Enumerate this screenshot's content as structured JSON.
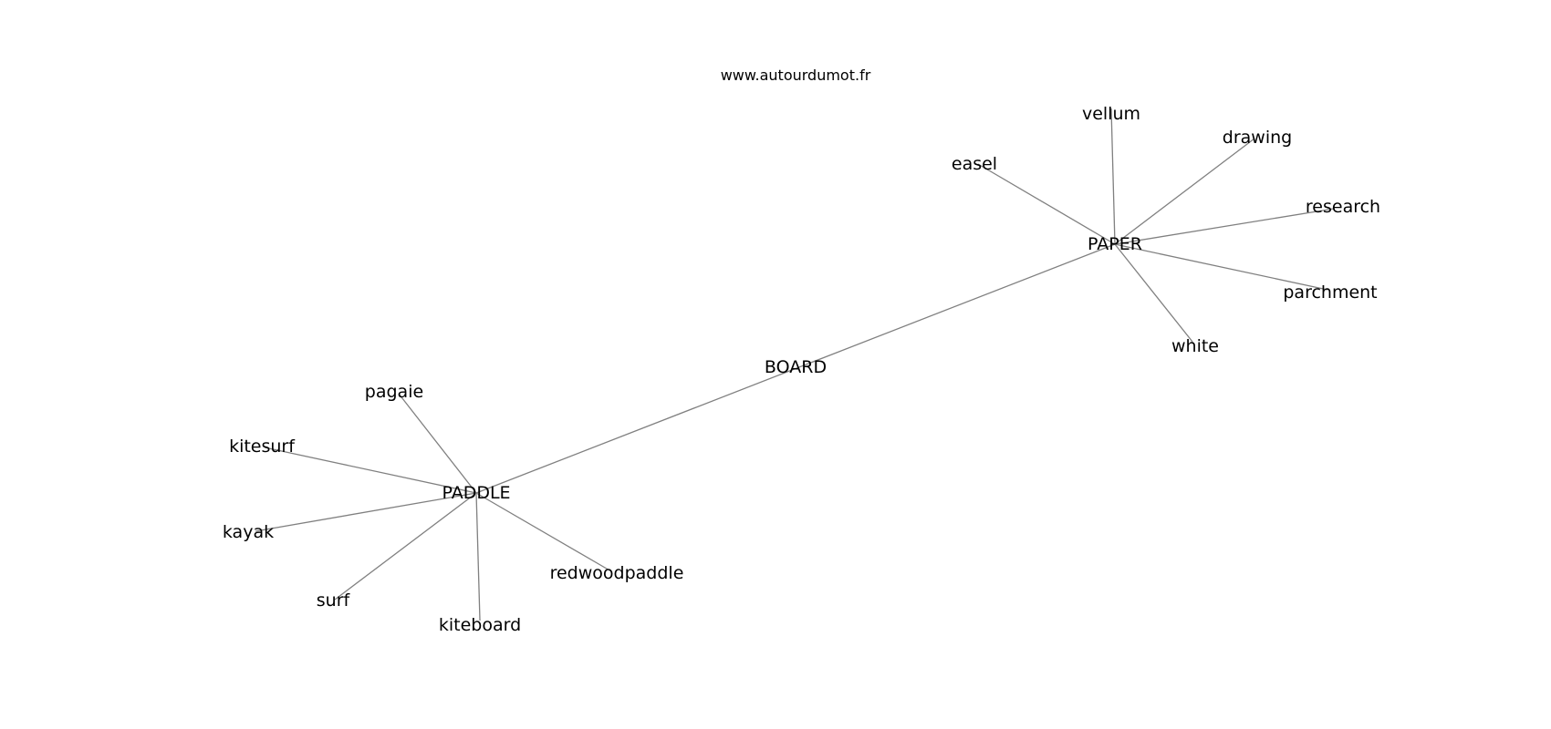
{
  "source": "www.autourdumot.fr",
  "graph": {
    "nodes": [
      {
        "id": "board",
        "label": "BOARD"
      },
      {
        "id": "paper",
        "label": "PAPER"
      },
      {
        "id": "paddle",
        "label": "PADDLE"
      },
      {
        "id": "vellum",
        "label": "vellum"
      },
      {
        "id": "drawing",
        "label": "drawing"
      },
      {
        "id": "easel",
        "label": "easel"
      },
      {
        "id": "research",
        "label": "research"
      },
      {
        "id": "parchment",
        "label": "parchment"
      },
      {
        "id": "white",
        "label": "white"
      },
      {
        "id": "pagaie",
        "label": "pagaie"
      },
      {
        "id": "kitesurf",
        "label": "kitesurf"
      },
      {
        "id": "kayak",
        "label": "kayak"
      },
      {
        "id": "surf",
        "label": "surf"
      },
      {
        "id": "kiteboard",
        "label": "kiteboard"
      },
      {
        "id": "redwoodpaddle",
        "label": "redwoodpaddle"
      }
    ],
    "edges": [
      [
        "paper",
        "paddle"
      ],
      [
        "paper",
        "vellum"
      ],
      [
        "paper",
        "drawing"
      ],
      [
        "paper",
        "easel"
      ],
      [
        "paper",
        "research"
      ],
      [
        "paper",
        "parchment"
      ],
      [
        "paper",
        "white"
      ],
      [
        "paddle",
        "pagaie"
      ],
      [
        "paddle",
        "kitesurf"
      ],
      [
        "paddle",
        "kayak"
      ],
      [
        "paddle",
        "surf"
      ],
      [
        "paddle",
        "kiteboard"
      ],
      [
        "paddle",
        "redwoodpaddle"
      ]
    ]
  }
}
